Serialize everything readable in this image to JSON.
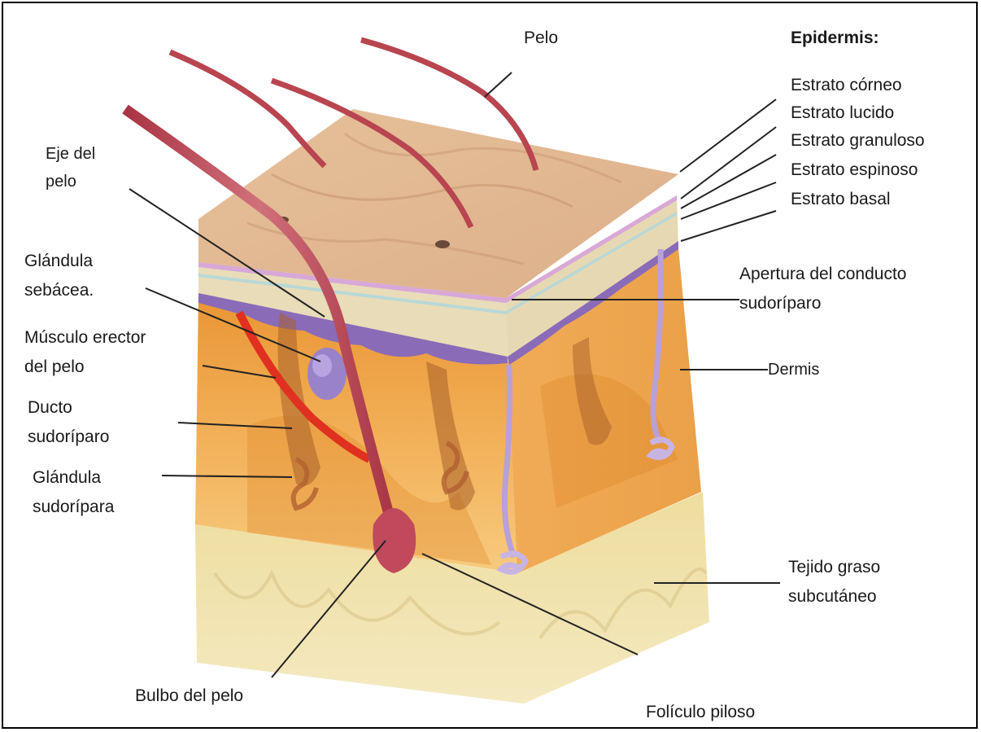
{
  "title": "Epidermis:",
  "labels": {
    "pelo": "Pelo",
    "estrato_corneo": "Estrato córneo",
    "estrato_lucido": "Estrato lucido",
    "estrato_granuloso": "Estrato granuloso",
    "estrato_espinoso": "Estrato espinoso",
    "estrato_basal": "Estrato basal",
    "eje_del_pelo_1": "Eje del",
    "eje_del_pelo_2": "pelo",
    "glandula_sebacea_1": "Glándula",
    "glandula_sebacea_2": "sebácea.",
    "musculo_erector_1": "Músculo erector",
    "musculo_erector_2": "del pelo",
    "ducto_sudoriparo_1": "Ducto",
    "ducto_sudoriparo_2": "sudoríparo",
    "glandula_sudoripara_1": "Glándula",
    "glandula_sudoripara_2": "sudorípara",
    "apertura_1": "Apertura del conducto",
    "apertura_2": "sudoríparo",
    "dermis": "Dermis",
    "tejido_graso_1": "Tejido graso",
    "tejido_graso_2": "subcutáneo",
    "bulbo_del_pelo": "Bulbo del pelo",
    "foliculo_piloso": "Folículo piloso"
  },
  "colors": {
    "epidermis_top": "#e8c39e",
    "dermis": "#f0a040",
    "subcutaneous": "#eee0a8",
    "hair": "#b8454f",
    "sweat_duct": "#b8a0d8",
    "erector_muscle": "#e03020",
    "leader_line": "#222222"
  }
}
